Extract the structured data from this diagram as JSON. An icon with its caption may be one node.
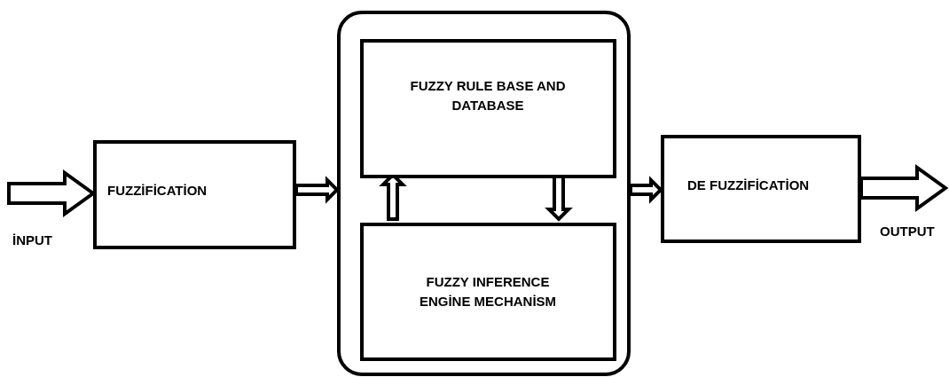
{
  "diagram": {
    "nodes": [
      {
        "text": [
          "FUZZİFİCATİON"
        ]
      },
      {
        "text": [],
        "shape": "box"
      },
      {
        "text": [
          "FUZZY RULE BASE AND DATABASE"
        ],
        "in": 1
      },
      {
        "text": [
          "FUZZY INFERENCE ENGİNE MECHANİSM"
        ],
        "in": 1
      },
      {
        "text": [
          "DE FUZZİFİCATİON"
        ]
      }
    ],
    "edges": [
      {
        "from": null,
        "to": 0,
        "arrow": "to"
      },
      {
        "from": 0,
        "to": 1,
        "arrow": "to"
      },
      {
        "from": 3,
        "to": 2,
        "arrow": "to"
      },
      {
        "from": 2,
        "to": 3,
        "arrow": "to"
      },
      {
        "from": 1,
        "to": 4,
        "arrow": "to"
      },
      {
        "from": 4,
        "to": null,
        "arrow": "to"
      }
    ],
    "labels": [
      "İNPUT",
      "OUTPUT"
    ]
  }
}
